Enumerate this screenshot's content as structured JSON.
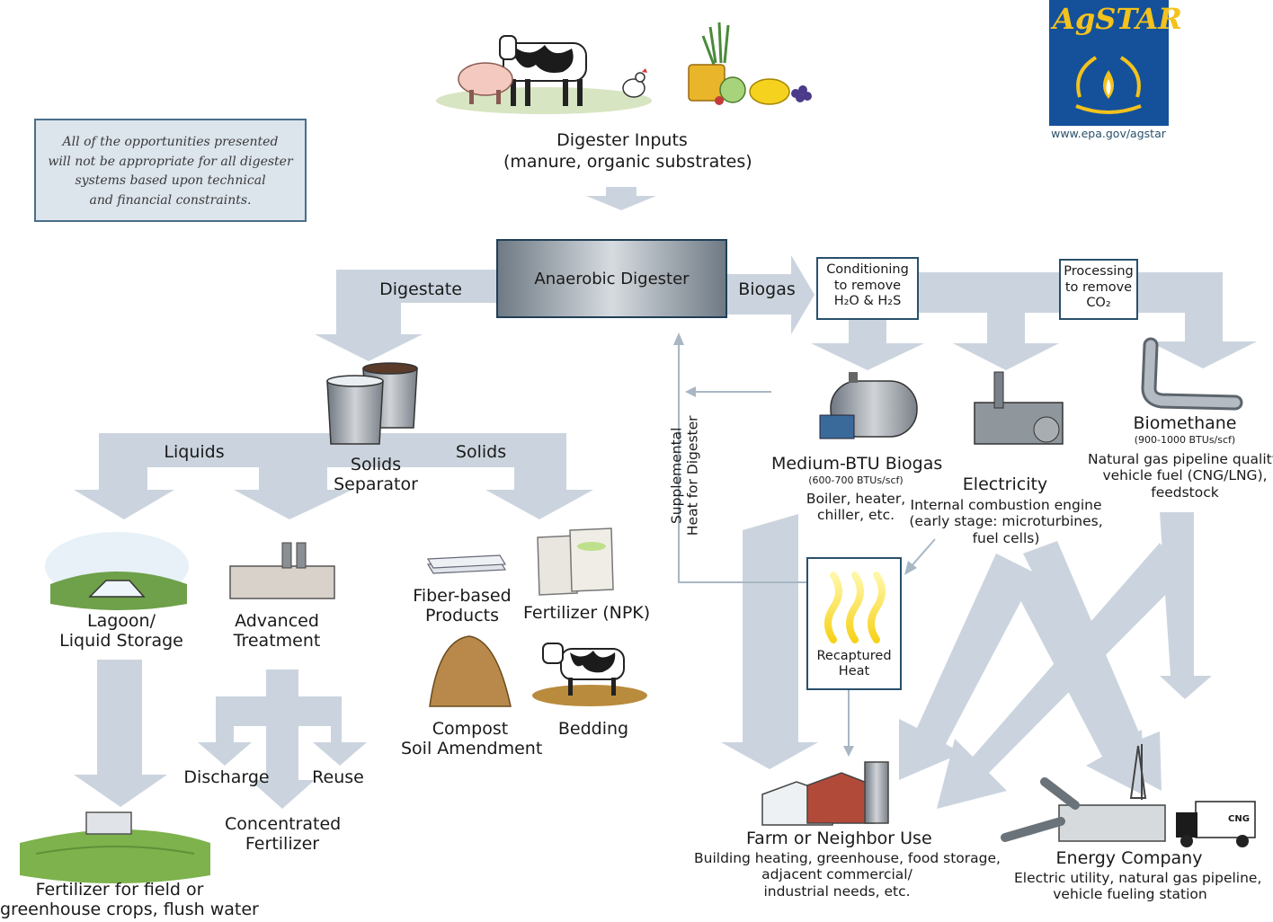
{
  "note": {
    "lines": [
      "All of the opportunities presented",
      "will not be appropriate for all digester",
      "systems based upon technical",
      "and financial constraints."
    ]
  },
  "logo": {
    "name": "AgSTAR",
    "url": "www.epa.gov/agstar"
  },
  "inputs": {
    "title": "Digester Inputs",
    "subtitle": "(manure, organic substrates)"
  },
  "digester": {
    "label": "Anaerobic Digester"
  },
  "flows": {
    "digestate": "Digestate",
    "biogas": "Biogas",
    "liquids": "Liquids",
    "solids": "Solids",
    "discharge": "Discharge",
    "reuse": "Reuse",
    "supplemental_heat": [
      "Supplemental",
      "Heat for Digester"
    ]
  },
  "conditioning": {
    "lines": [
      "Conditioning",
      "to remove",
      "H₂O & H₂S"
    ]
  },
  "processing": {
    "lines": [
      "Processing",
      "to remove",
      "CO₂"
    ]
  },
  "separator": {
    "lines": [
      "Solids",
      "Separator"
    ]
  },
  "lagoon": {
    "lines": [
      "Lagoon/",
      "Liquid Storage"
    ]
  },
  "advanced": {
    "lines": [
      "Advanced",
      "Treatment"
    ]
  },
  "fiber": {
    "lines": [
      "Fiber-based",
      "Products"
    ]
  },
  "fertilizer_npk": {
    "label": "Fertilizer (NPK)"
  },
  "compost": {
    "lines": [
      "Compost",
      "Soil Amendment"
    ]
  },
  "bedding": {
    "label": "Bedding"
  },
  "concentrated": {
    "lines": [
      "Concentrated",
      "Fertilizer"
    ]
  },
  "field": {
    "lines": [
      "Fertilizer for field or",
      "greenhouse crops, flush water"
    ]
  },
  "medium_btu": {
    "title": "Medium-BTU Biogas",
    "spec": "(600-700 BTUs/scf)",
    "lines": [
      "Boiler, heater,",
      "chiller, etc."
    ]
  },
  "electricity": {
    "title": "Electricity",
    "lines": [
      "Internal combustion engine",
      "(early stage: microturbines,",
      "fuel cells)"
    ]
  },
  "biomethane": {
    "title": "Biomethane",
    "spec": "(900-1000 BTUs/scf)",
    "lines": [
      "Natural gas pipeline quality,",
      "vehicle fuel (CNG/LNG),",
      "feedstock"
    ]
  },
  "recaptured": {
    "lines": [
      "Recaptured",
      "Heat"
    ]
  },
  "farm": {
    "title": "Farm or Neighbor Use",
    "lines": [
      "Building heating, greenhouse, food storage,",
      "adjacent commercial/",
      "industrial needs, etc."
    ]
  },
  "energy": {
    "title": "Energy Company",
    "lines": [
      "Electric utility, natural gas pipeline,",
      "vehicle fueling station"
    ]
  },
  "truck": {
    "badge": "CNG"
  },
  "colors": {
    "arrow": "#cbd4de",
    "border": "#29506b",
    "logo_bg": "#14519a",
    "logo_text": "#f4c21c"
  }
}
